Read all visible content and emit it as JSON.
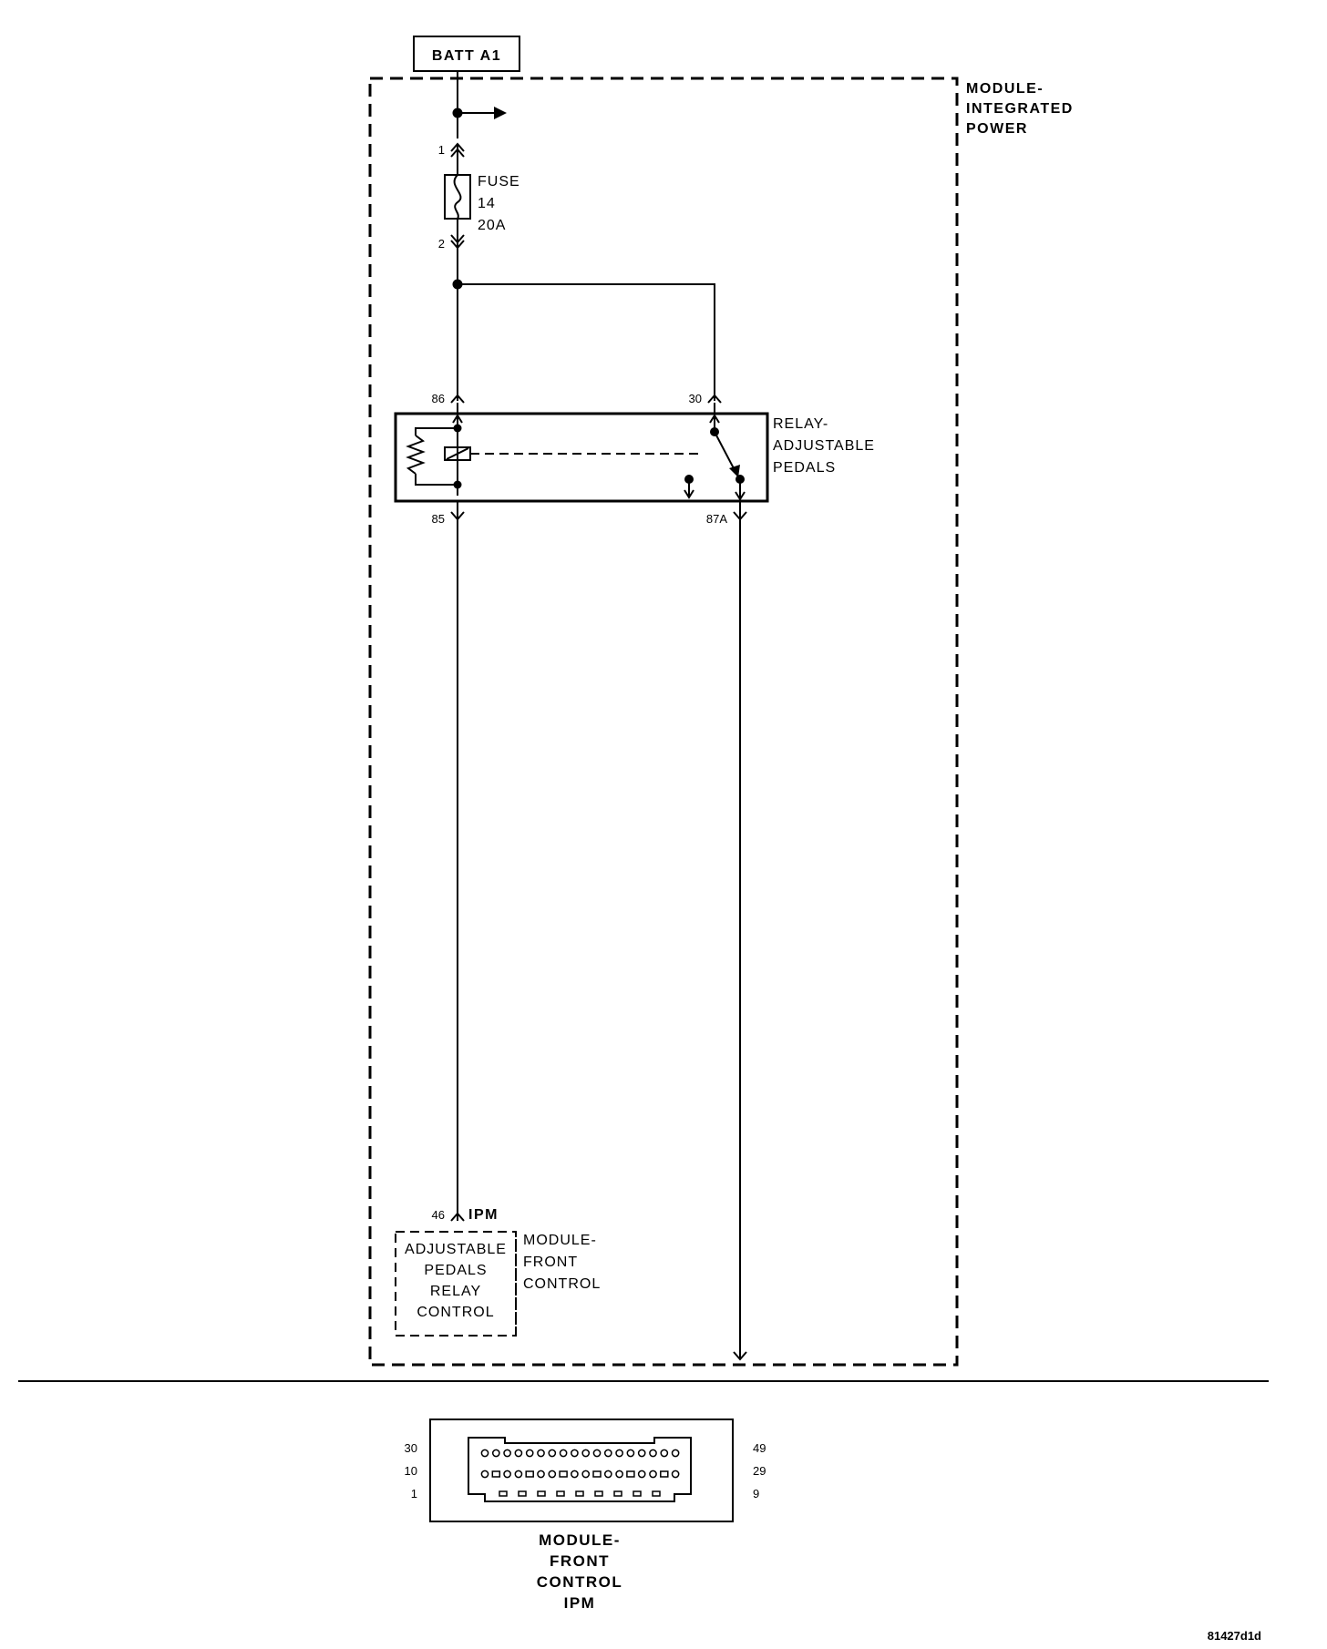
{
  "battery": {
    "label": "BATT A1"
  },
  "ipm_module": {
    "line1": "MODULE-",
    "line2": "INTEGRATED",
    "line3": "POWER"
  },
  "fuse": {
    "pin_in": "1",
    "pin_out": "2",
    "line1": "FUSE",
    "line2": "14",
    "line3": "20A"
  },
  "relay": {
    "line1": "RELAY-",
    "line2": "ADJUSTABLE",
    "line3": "PEDALS",
    "pin_86": "86",
    "pin_30": "30",
    "pin_85": "85",
    "pin_87a": "87A"
  },
  "fcm": {
    "pin": "46",
    "connector": "IPM",
    "function_line1": "ADJUSTABLE",
    "function_line2": "PEDALS",
    "function_line3": "RELAY",
    "function_line4": "CONTROL",
    "name_line1": "MODULE-",
    "name_line2": "FRONT",
    "name_line3": "CONTROL"
  },
  "connector_view": {
    "left_top": "30",
    "left_mid": "10",
    "left_bot": "1",
    "right_top": "49",
    "right_mid": "29",
    "right_bot": "9",
    "title_line1": "MODULE-",
    "title_line2": "FRONT",
    "title_line3": "CONTROL",
    "title_line4": "IPM"
  },
  "drawing_id": "81427d1d"
}
